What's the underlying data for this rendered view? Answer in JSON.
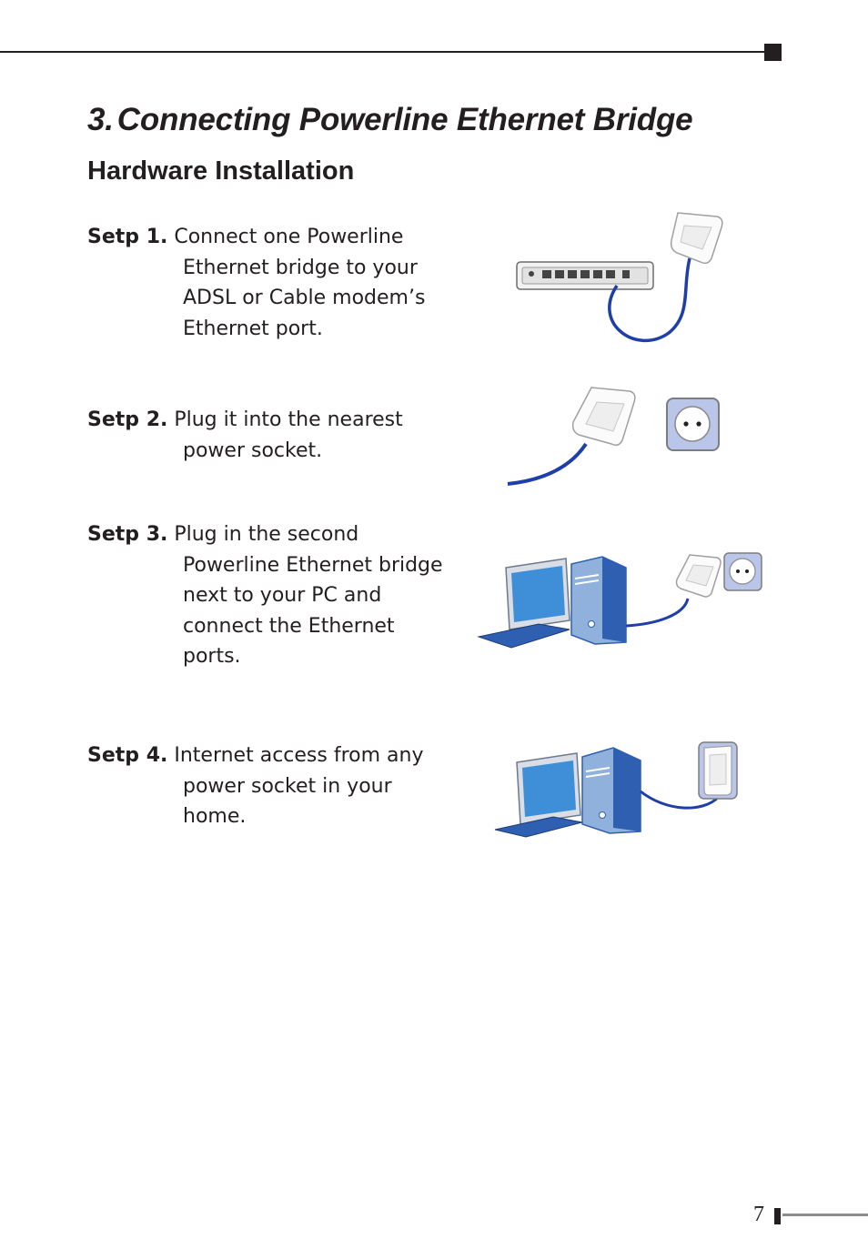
{
  "header": {
    "chapter_number": "3.",
    "chapter_title": "Connecting Powerline Ethernet Bridge",
    "section_title": "Hardware Installation"
  },
  "steps": [
    {
      "label": "Setp 1.",
      "first_line": "Connect one Powerline",
      "lines": [
        "Ethernet bridge to your",
        "ADSL or Cable modem’s",
        "Ethernet port."
      ],
      "illustration": "modem-to-bridge-icon"
    },
    {
      "label": "Setp 2.",
      "first_line": "Plug it into the nearest",
      "lines": [
        "power socket."
      ],
      "illustration": "bridge-and-socket-icon"
    },
    {
      "label": "Setp 3.",
      "first_line": "Plug in the second",
      "lines": [
        "Powerline Ethernet bridge",
        "next to your PC and",
        "connect the Ethernet",
        "ports."
      ],
      "illustration": "pc-bridge-socket-icon"
    },
    {
      "label": "Setp 4.",
      "first_line": "Internet access from any",
      "lines": [
        "power socket in your",
        "home."
      ],
      "illustration": "pc-bridge-plugged-icon"
    }
  ],
  "page_number": "7",
  "colors": {
    "cable_blue": "#1f3fa8",
    "socket_blue": "#b9c6ea",
    "pc_blue": "#2f5fb0",
    "text": "#231f20"
  }
}
